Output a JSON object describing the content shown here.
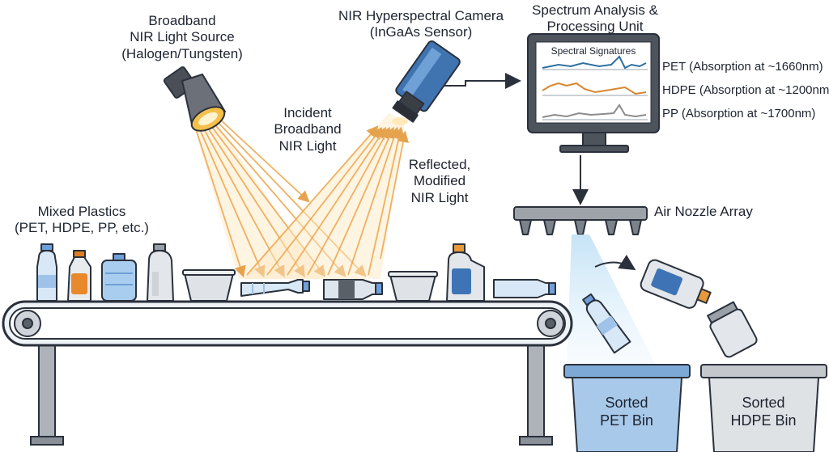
{
  "light_source": {
    "line1": "Broadband",
    "line2": "NIR Light Source",
    "line3": "(Halogen/Tungsten)"
  },
  "camera": {
    "line1": "NIR Hyperspectral Camera",
    "line2": "(InGaAs Sensor)"
  },
  "processing_unit": {
    "line1": "Spectrum Analysis &",
    "line2": "Processing Unit"
  },
  "monitor": {
    "title": "Spectral Signatures",
    "signatures": [
      {
        "label": "PET (Absorption at ~1660nm)",
        "color": "#2f6f9f"
      },
      {
        "label": "HDPE (Absorption at ~1200nm)",
        "color": "#d9862e"
      },
      {
        "label": "PP (Absorption at ~1700nm)",
        "color": "#8c8c8c"
      }
    ]
  },
  "incident_light": {
    "line1": "Incident",
    "line2": "Broadband",
    "line3": "NIR Light"
  },
  "reflected_light": {
    "line1": "Reflected,",
    "line2": "Modified",
    "line3": "NIR Light"
  },
  "mixed_plastics": {
    "line1": "Mixed Plastics",
    "line2": "(PET, HDPE, PP, etc.)"
  },
  "nozzle": {
    "label": "Air Nozzle Array"
  },
  "bins": [
    {
      "line1": "Sorted",
      "line2": "PET Bin"
    },
    {
      "line1": "Sorted",
      "line2": "HDPE Bin"
    }
  ],
  "colors": {
    "light_beam": "#f0a040",
    "belt": "#eef3f8",
    "outline": "#2b313c",
    "pet_blue": "#5b8fc8",
    "hdpe_gray": "#cfd2d6",
    "hdpe_orange": "#e8892b"
  }
}
